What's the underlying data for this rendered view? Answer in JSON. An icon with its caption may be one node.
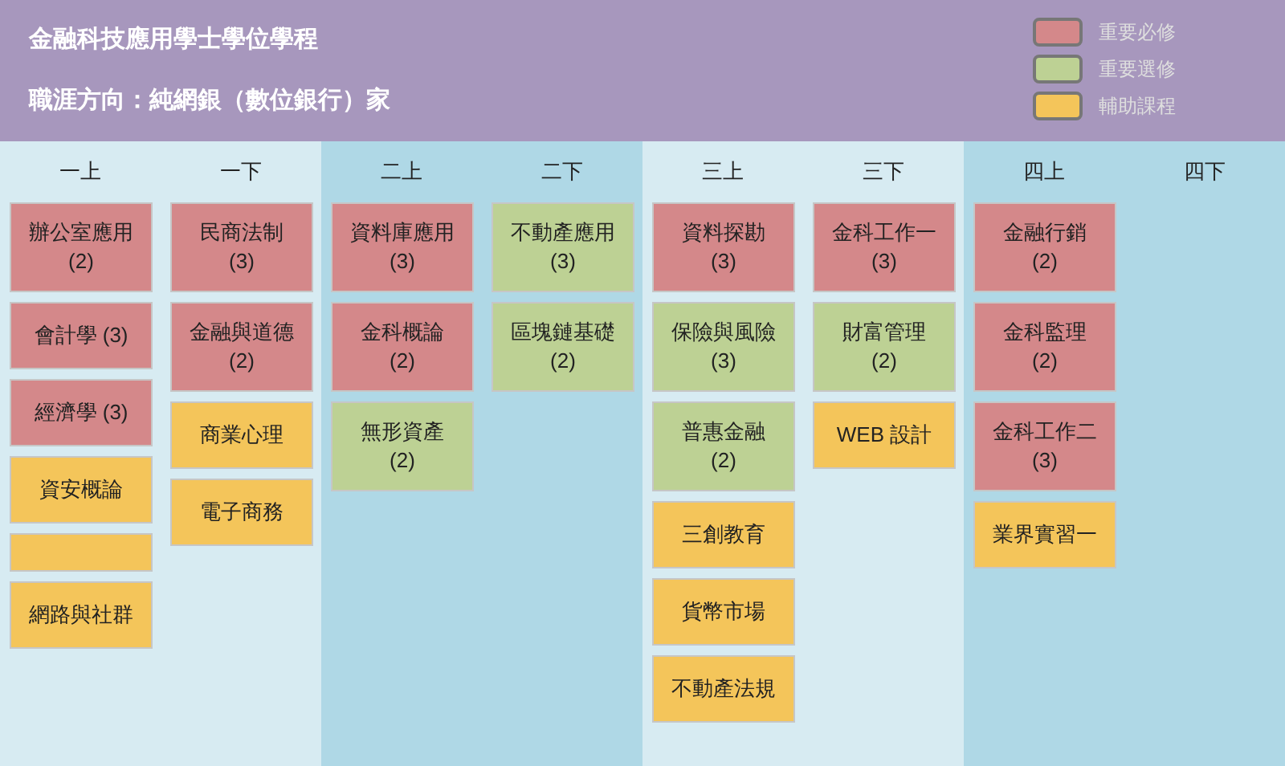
{
  "diagram": {
    "title": "金融科技應用學士學位學程",
    "nodes": [
      {
        "text": [],
        "shape": "box"
      },
      {
        "text": [
          "一上"
        ],
        "in": 0
      },
      {
        "text": [
          "辦公室應用 (2)"
        ],
        "in": 1
      },
      {
        "text": [
          "會計學 (3)"
        ],
        "in": 1
      },
      {
        "text": [
          "經濟學 (3)"
        ],
        "in": 1
      },
      {
        "text": [
          "資安概論"
        ],
        "in": 1
      },
      {
        "text": [],
        "shape": "box",
        "in": 1
      },
      {
        "text": [
          "網路與社群"
        ],
        "in": 1
      },
      {
        "text": [
          "一下"
        ],
        "in": 0
      },
      {
        "text": [
          "民商法制 (3)"
        ],
        "in": 8
      },
      {
        "text": [
          "金融與道德 (2)"
        ],
        "in": 8
      },
      {
        "text": [
          "商業心理"
        ],
        "in": 8
      },
      {
        "text": [
          "電子商務"
        ],
        "in": 8
      },
      {
        "text": [],
        "shape": "box"
      },
      {
        "text": [
          "二上"
        ],
        "in": 13
      },
      {
        "text": [
          "資料庫應用 (3)"
        ],
        "in": 14
      },
      {
        "text": [
          "金科概論 (2)"
        ],
        "in": 14
      },
      {
        "text": [
          "無形資產 (2)"
        ],
        "in": 14
      },
      {
        "text": [
          "二下"
        ],
        "in": 13
      },
      {
        "text": [
          "不動產應用 (3)"
        ],
        "in": 18
      },
      {
        "text": [
          "區塊鏈基礎 (2)"
        ],
        "in": 18
      },
      {
        "text": [],
        "shape": "box"
      },
      {
        "text": [
          "三上"
        ],
        "in": 21
      },
      {
        "text": [
          "資料探勘 (3)"
        ],
        "in": 22
      },
      {
        "text": [
          "保險與風險 (3)"
        ],
        "in": 22
      },
      {
        "text": [
          "普惠金融 (2)"
        ],
        "in": 22
      },
      {
        "text": [
          "三創教育"
        ],
        "in": 22
      },
      {
        "text": [
          "貨幣市場"
        ],
        "in": 22
      },
      {
        "text": [
          "不動產法規"
        ],
        "in": 22
      },
      {
        "text": [
          "三下"
        ],
        "in": 21
      },
      {
        "text": [
          "金科工作一 (3)"
        ],
        "in": 29
      },
      {
        "text": [
          "財富管理 (2)"
        ],
        "in": 29
      },
      {
        "text": [
          "WEB 設計"
        ],
        "in": 29
      },
      {
        "text": [],
        "shape": "box"
      },
      {
        "text": [
          "四上"
        ],
        "in": 33
      },
      {
        "text": [
          "金融行銷 (2)"
        ],
        "in": 34
      },
      {
        "text": [
          "金科監理 (2)"
        ],
        "in": 34
      },
      {
        "text": [
          "金科工作二 (3)"
        ],
        "in": 34
      },
      {
        "text": [
          "業界實習一"
        ],
        "in": 34
      },
      {
        "text": [
          "四下"
        ],
        "in": 33
      }
    ],
    "labels": [
      "職涯方向：純網銀（數位銀行）家"
    ],
    "legend": [
      {
        "text": "重要必修",
        "color": "#d4888a"
      },
      {
        "text": "重要選修",
        "color": "#bdd194"
      },
      {
        "text": "輔助課程",
        "color": "#f4c55a"
      }
    ]
  }
}
